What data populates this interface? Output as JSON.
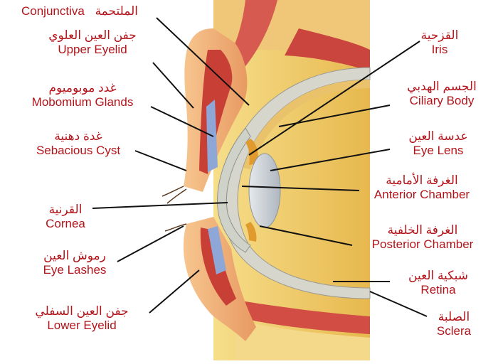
{
  "labels": {
    "conjunctiva": {
      "en": "Conjunctiva",
      "ar": "الملتحمة"
    },
    "upper_eyelid": {
      "en": "Upper Eyelid",
      "ar": "جفن العين العلوي"
    },
    "mobomium_glands": {
      "en": "Mobomium Glands",
      "ar": "غدد موبوميوم"
    },
    "sebacious_cyst": {
      "en": "Sebacious Cyst",
      "ar": "غدة دهنية"
    },
    "cornea": {
      "en": "Cornea",
      "ar": "القرنية"
    },
    "eye_lashes": {
      "en": "Eye Lashes",
      "ar": "رموش العين"
    },
    "lower_eyelid": {
      "en": "Lower Eyelid",
      "ar": "جفن العين السفلي"
    },
    "iris": {
      "en": "Iris",
      "ar": "القزحية"
    },
    "ciliary_body": {
      "en": "Ciliary Body",
      "ar": "الجسم الهدبي"
    },
    "eye_lens": {
      "en": "Eye Lens",
      "ar": "عدسة العين"
    },
    "anterior_chamber": {
      "en": "Anterior Chamber",
      "ar": "الغرفة الأمامية"
    },
    "posterior_chamber": {
      "en": "Posterior Chamber",
      "ar": "الغرفة الخلفية"
    },
    "retina": {
      "en": "Retina",
      "ar": "شبكية العين"
    },
    "sclera": {
      "en": "Sclera",
      "ar": "الصلبة"
    }
  },
  "colors": {
    "label_text": "#b3141a",
    "leader_line": "#111111",
    "skin": "#f2b27a",
    "muscle": "#d9534a",
    "fat": "#f3d36b",
    "sclera": "#d9d9cf",
    "lens": "#c9cfd6",
    "gland_blue": "#8fa7d6"
  }
}
